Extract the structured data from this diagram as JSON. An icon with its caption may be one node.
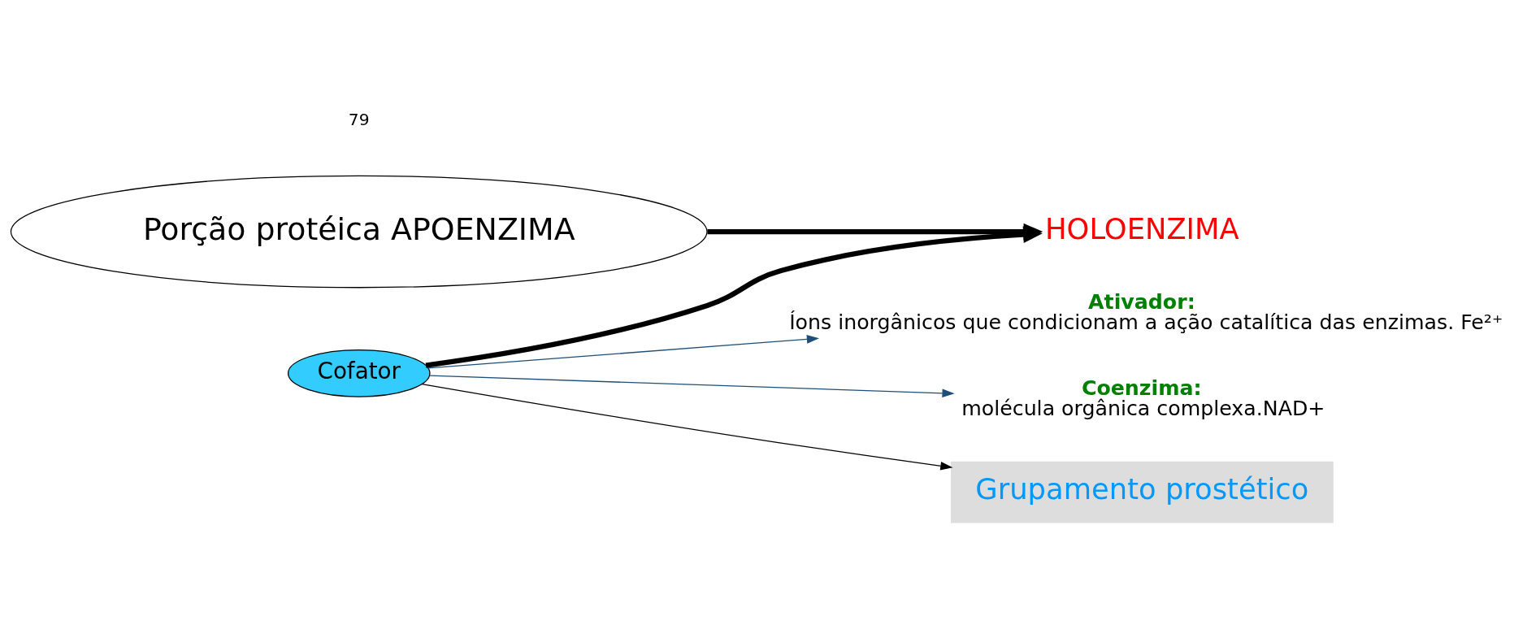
{
  "diagram": {
    "nodes": [
      {
        "text": [
          "Porção protéica APOENZIMA"
        ]
      },
      {
        "text": [
          "Cofator"
        ]
      },
      {
        "text": [
          "Ativador:",
          "Íons inorgânicos que condicionam a ação catalítica das enzimas. Fe²⁺"
        ]
      },
      {
        "text": [
          "Coenzima:",
          "molécula orgânica complexa.NAD+"
        ]
      },
      {
        "text": [
          "HOLOENZIMA"
        ]
      },
      {
        "text": [
          "Grupamento prostético"
        ]
      }
    ],
    "edges": [
      {
        "from": 1,
        "to": 2,
        "arrow": "to",
        "color": "#1f4e79"
      },
      {
        "from": 1,
        "to": 3,
        "arrow": "to",
        "color": "#1f4e79"
      },
      {
        "from": 0,
        "to": 4,
        "arrow": "to",
        "style": "thick"
      },
      {
        "from": 1,
        "to": 4,
        "arrow": "to",
        "style": "thick"
      },
      {
        "from": 1,
        "to": 5,
        "arrow": "to"
      }
    ],
    "labels": [
      "79"
    ]
  }
}
